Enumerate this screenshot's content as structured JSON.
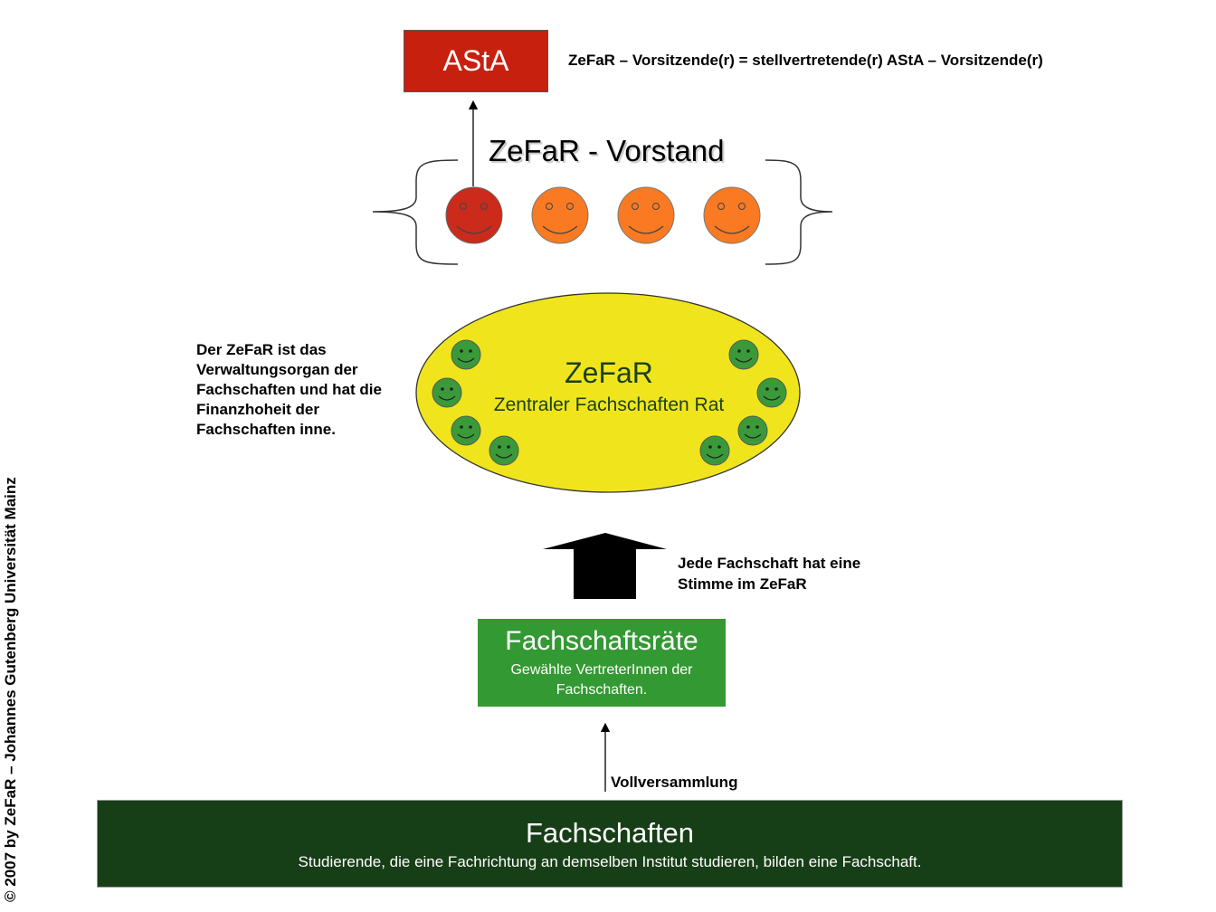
{
  "asta": {
    "label": "AStA",
    "note": "ZeFaR – Vorsitzende(r) = stellvertretende(r) AStA – Vorsitzende(r)"
  },
  "vorstand": {
    "title": "ZeFaR - Vorstand"
  },
  "zefar": {
    "title": "ZeFaR",
    "subtitle": "Zentraler Fachschaften Rat",
    "description": "Der ZeFaR ist das Verwaltungsorgan der Fachschaften und hat die Finanzhoheit der Fachschaften inne."
  },
  "arrow_note": "Jede Fachschaft hat eine Stimme im ZeFaR",
  "fachschaftsraete": {
    "title": "Fachschaftsräte",
    "subtitle": "Gewählte VertreterInnen der Fachschaften."
  },
  "vollversammlung": "Vollversammlung",
  "fachschaften": {
    "title": "Fachschaften",
    "subtitle": "Studierende, die eine Fachrichtung an demselben Institut studieren, bilden eine Fachschaft."
  },
  "copyright": "© 2007 by ZeFaR – Johannes Gutenberg Universität Mainz",
  "colors": {
    "asta_red": "#c8200f",
    "vorsitz_red": "#cc2a1a",
    "vorstand_orange": "#f97a22",
    "zefar_yellow": "#f0e51c",
    "member_green": "#3a9a3a",
    "fsr_green": "#339933",
    "fachschaften_dark_green": "#173f17"
  },
  "icons": {
    "vorstand_members": "smiley-face-icon",
    "zefar_members": "smiley-face-icon"
  }
}
